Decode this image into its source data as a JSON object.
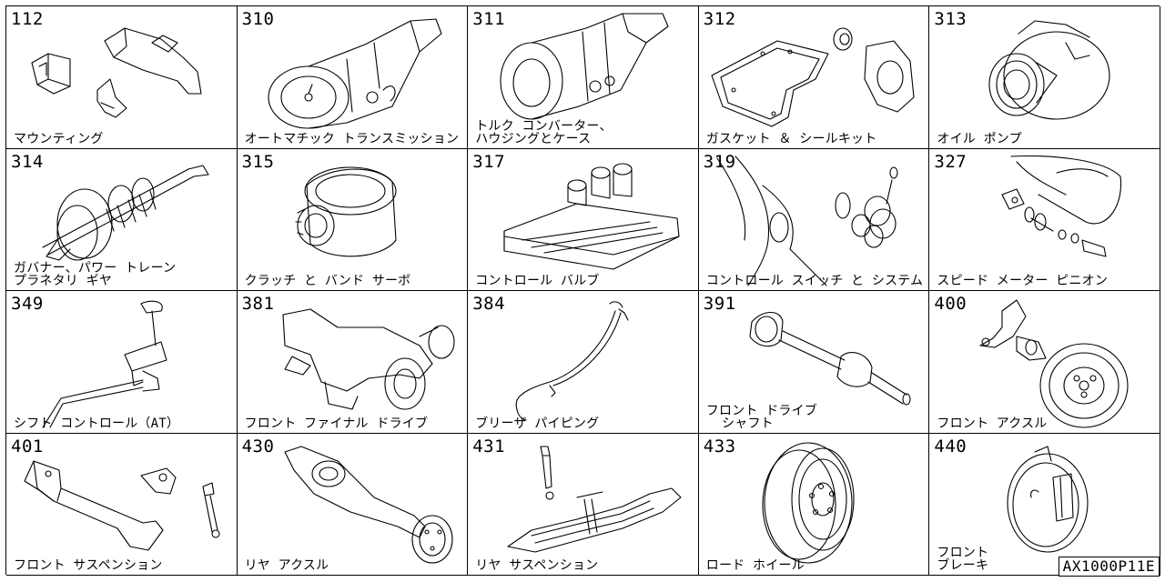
{
  "cells": [
    {
      "code": "112",
      "label": "マウンティング",
      "icon": "engine-mounting-icon"
    },
    {
      "code": "310",
      "label": "オートマチック トランスミッション",
      "icon": "automatic-transmission-icon"
    },
    {
      "code": "311",
      "label": "トルク コンバーター、\nハウジングとケース",
      "icon": "torque-converter-housing-icon"
    },
    {
      "code": "312",
      "label": "ガスケット ＆ シールキット",
      "icon": "gasket-seal-kit-icon"
    },
    {
      "code": "313",
      "label": "オイル ポンプ",
      "icon": "oil-pump-icon"
    },
    {
      "code": "314",
      "label": "ガバナー、パワー トレーン\nプラネタリ ギヤ",
      "icon": "governor-planetary-gear-icon"
    },
    {
      "code": "315",
      "label": "クラッチ と バンド サーボ",
      "icon": "clutch-band-servo-icon"
    },
    {
      "code": "317",
      "label": "コントロール バルブ",
      "icon": "control-valve-icon"
    },
    {
      "code": "319",
      "label": "コントロール スイッチ と システム",
      "icon": "control-switch-system-icon"
    },
    {
      "code": "327",
      "label": "スピード メーター ピニオン",
      "icon": "speedometer-pinion-icon"
    },
    {
      "code": "349",
      "label": "シフト コントロール（AT）",
      "icon": "shift-control-icon"
    },
    {
      "code": "381",
      "label": "フロント ファイナル ドライブ",
      "icon": "front-final-drive-icon"
    },
    {
      "code": "384",
      "label": "ブリーザ パイピング",
      "icon": "breather-piping-icon"
    },
    {
      "code": "391",
      "label": "フロント ドライブ\n  シャフト",
      "icon": "front-drive-shaft-icon"
    },
    {
      "code": "400",
      "label": "フロント アクスル",
      "icon": "front-axle-icon"
    },
    {
      "code": "401",
      "label": "フロント サスペンション",
      "icon": "front-suspension-icon"
    },
    {
      "code": "430",
      "label": "リヤ アクスル",
      "icon": "rear-axle-icon"
    },
    {
      "code": "431",
      "label": "リヤ サスペンション",
      "icon": "rear-suspension-icon"
    },
    {
      "code": "433",
      "label": "ロード ホイール",
      "icon": "road-wheel-icon"
    },
    {
      "code": "440",
      "label": "フロント\nブレーキ",
      "icon": "front-brake-icon"
    }
  ],
  "footer": {
    "drawing_code": "AX1000P11E"
  }
}
